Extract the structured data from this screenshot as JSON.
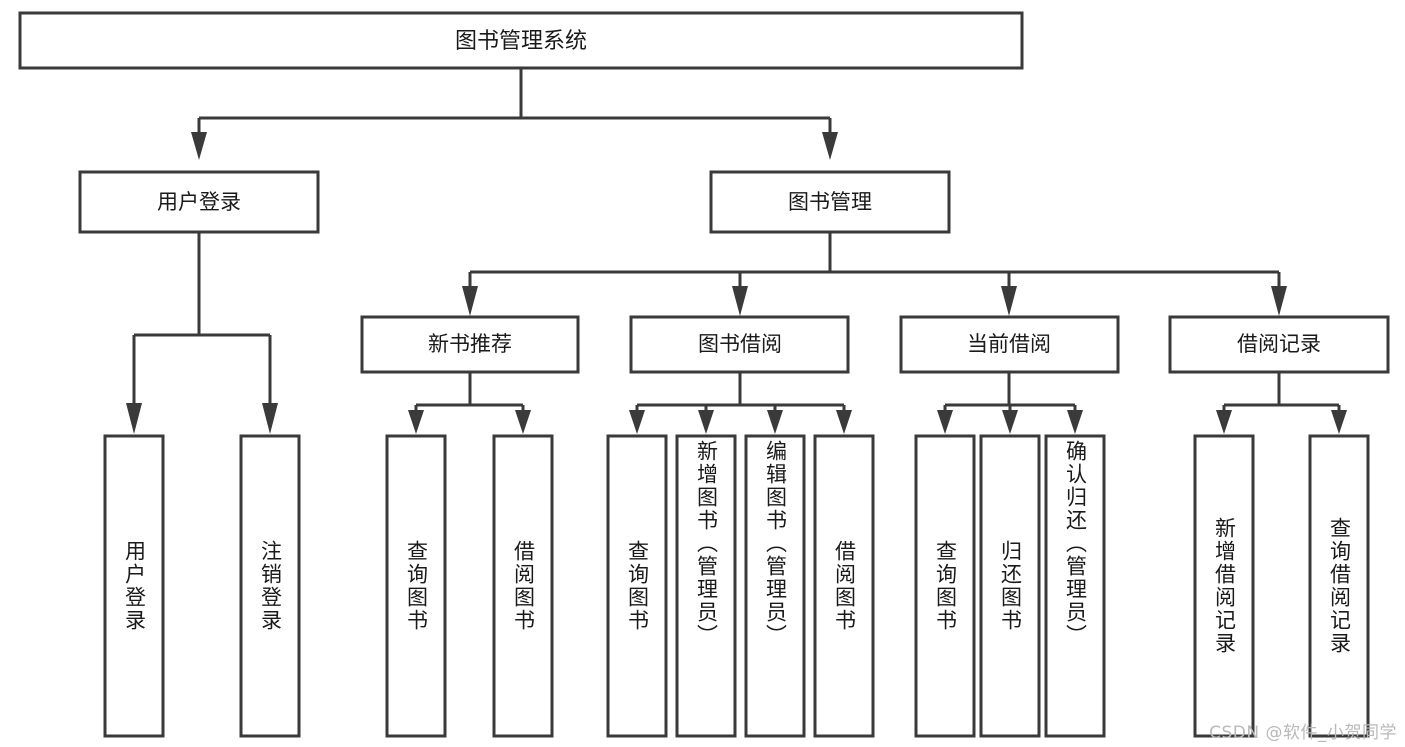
{
  "diagram": {
    "title": "图书管理系统",
    "type": "tree-hierarchy",
    "watermark": "CSDN @软件_小贺同学",
    "colors": {
      "stroke": "#3a3a3a",
      "fill": "#ffffff",
      "text": "#1a1a1a",
      "watermark": "#b9b9b9"
    },
    "root": {
      "label": "图书管理系统"
    },
    "level2": [
      {
        "label": "用户登录"
      },
      {
        "label": "图书管理"
      }
    ],
    "level3": [
      {
        "label": "新书推荐"
      },
      {
        "label": "图书借阅"
      },
      {
        "label": "当前借阅"
      },
      {
        "label": "借阅记录"
      }
    ],
    "leaves": {
      "user_login": [
        {
          "label": "用户登录"
        },
        {
          "label": "注销登录"
        }
      ],
      "new_book_recommend": [
        {
          "label": "查询图书"
        },
        {
          "label": "借阅图书"
        }
      ],
      "book_borrow": [
        {
          "label": "查询图书"
        },
        {
          "label": "新增图书（管理员）"
        },
        {
          "label": "编辑图书（管理员）"
        },
        {
          "label": "借阅图书"
        }
      ],
      "current_borrow": [
        {
          "label": "查询图书"
        },
        {
          "label": "归还图书"
        },
        {
          "label": "确认归还（管理员）"
        }
      ],
      "borrow_record": [
        {
          "label": "新增借阅记录"
        },
        {
          "label": "查询借阅记录"
        }
      ]
    }
  }
}
